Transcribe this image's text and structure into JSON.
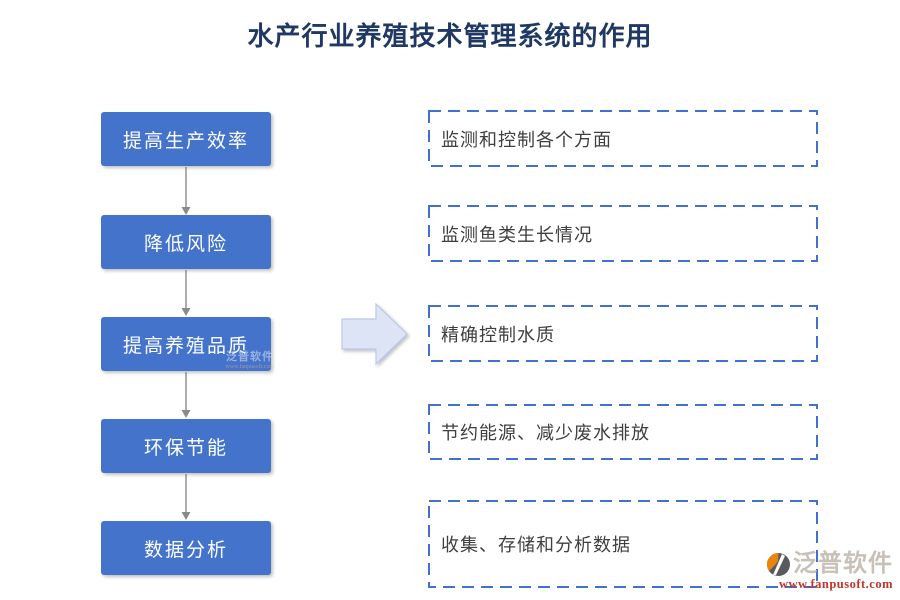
{
  "title": "水产行业养殖技术管理系统的作用",
  "steps": [
    {
      "label": "提高生产效率",
      "description": "监测和控制各个方面"
    },
    {
      "label": "降低风险",
      "description": "监测鱼类生长情况"
    },
    {
      "label": "提高养殖品质",
      "description": "精确控制水质"
    },
    {
      "label": "环保节能",
      "description": "节约能源、减少废水排放"
    },
    {
      "label": "数据分析",
      "description": "收集、存储和分析数据"
    }
  ],
  "watermark": {
    "brand": "泛普软件",
    "url": "www.fanpusoft.com"
  },
  "icons": {
    "flow_arrow": "right-arrow-icon",
    "step_connector": "down-arrow-icon",
    "watermark_logo": "fanpu-logo-icon"
  },
  "colors": {
    "title_text": "#1F3864",
    "step_fill": "#4473CB",
    "step_text": "#FFFFFF",
    "dashed_border": "#4170CE",
    "description_text": "#3F3F3F",
    "big_arrow_fill": "#DCE4F5",
    "connector": "#8A8A8A",
    "watermark_brand": "#C9C1B8",
    "watermark_url": "#C2342C"
  }
}
